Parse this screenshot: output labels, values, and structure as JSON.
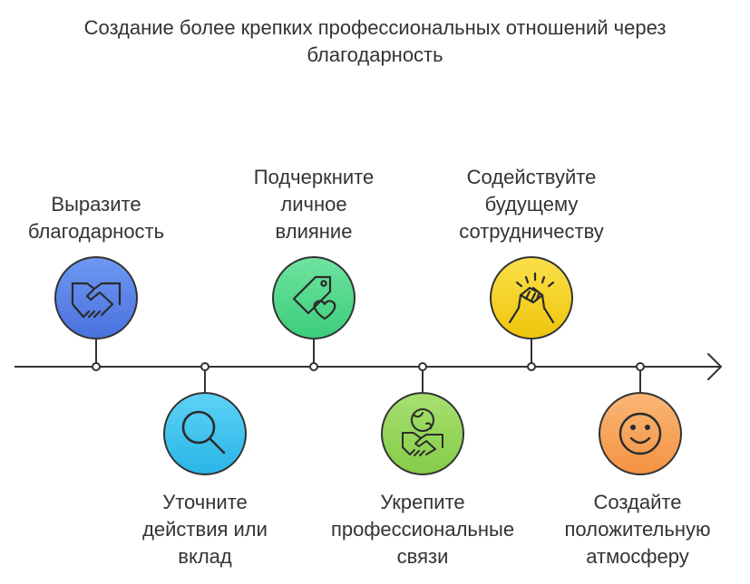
{
  "title": {
    "line1": "Создание более крепких профессиональных отношений через",
    "line2": "благодарность"
  },
  "steps": [
    {
      "lines": [
        "Выразите",
        "благодарность"
      ],
      "icon": "handshake-icon",
      "color": "#5b83e8"
    },
    {
      "lines": [
        "Уточните",
        "действия или",
        "вклад"
      ],
      "icon": "magnifier-icon",
      "color": "#3ec3ef"
    },
    {
      "lines": [
        "Подчеркните",
        "личное",
        "влияние"
      ],
      "icon": "tag-heart-icon",
      "color": "#4fd98a"
    },
    {
      "lines": [
        "Укрепите",
        "профессиональные",
        "связи"
      ],
      "icon": "globe-handshake-icon",
      "color": "#94d65a"
    },
    {
      "lines": [
        "Содействуйте",
        "будущему",
        "сотрудничеству"
      ],
      "icon": "arm-wrestle-icon",
      "color": "#f5d21d"
    },
    {
      "lines": [
        "Создайте",
        "положительную",
        "атмосферу"
      ],
      "icon": "smiley-icon",
      "color": "#f7a45a"
    }
  ]
}
